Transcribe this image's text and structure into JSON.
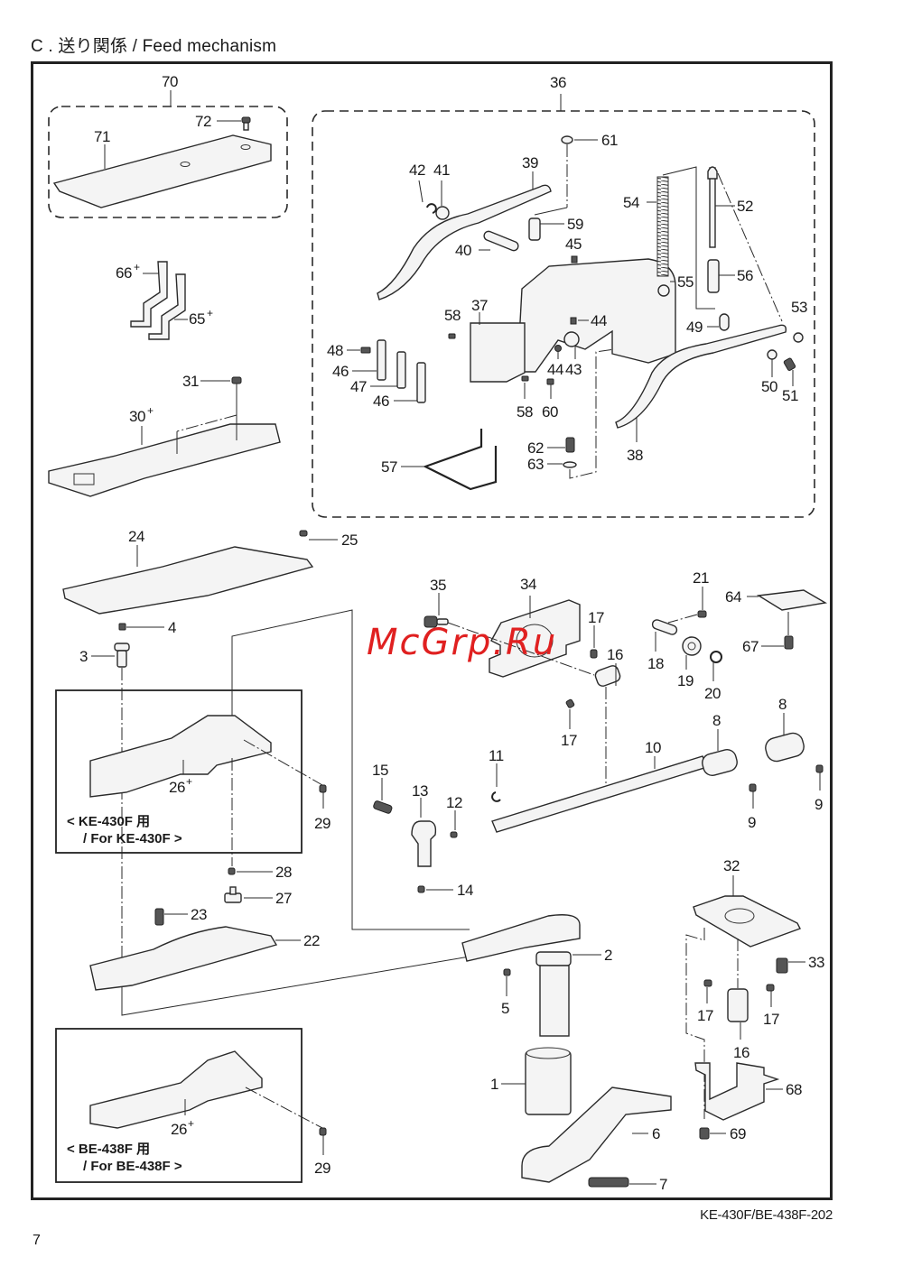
{
  "page": {
    "title": "C . 送り関係 / Feed mechanism",
    "doc_code": "KE-430F/BE-438F-202",
    "page_number": "7",
    "watermark": "McGrp.Ru"
  },
  "groups": {
    "group_70": {
      "label": "70"
    },
    "group_36": {
      "label": "36"
    },
    "box_ke430f": {
      "caption_line1": "< KE-430F 用",
      "caption_line2": "/ For KE-430F >"
    },
    "box_be438f": {
      "caption_line1": "< BE-438F 用",
      "caption_line2": "/ For BE-438F >"
    }
  },
  "callouts": [
    {
      "id": "c70",
      "text": "70"
    },
    {
      "id": "c71",
      "text": "71"
    },
    {
      "id": "c72",
      "text": "72"
    },
    {
      "id": "c66",
      "text": "66",
      "plus": "+"
    },
    {
      "id": "c65",
      "text": "65",
      "plus": "+"
    },
    {
      "id": "c31",
      "text": "31"
    },
    {
      "id": "c30",
      "text": "30",
      "plus": "+"
    },
    {
      "id": "c24",
      "text": "24"
    },
    {
      "id": "c25",
      "text": "25"
    },
    {
      "id": "c4",
      "text": "4"
    },
    {
      "id": "c3",
      "text": "3"
    },
    {
      "id": "c26a",
      "text": "26",
      "plus": "+"
    },
    {
      "id": "c29a",
      "text": "29"
    },
    {
      "id": "c28",
      "text": "28"
    },
    {
      "id": "c27",
      "text": "27"
    },
    {
      "id": "c23",
      "text": "23"
    },
    {
      "id": "c22",
      "text": "22"
    },
    {
      "id": "c26b",
      "text": "26",
      "plus": "+"
    },
    {
      "id": "c29b",
      "text": "29"
    },
    {
      "id": "c36",
      "text": "36"
    },
    {
      "id": "c61",
      "text": "61"
    },
    {
      "id": "c42",
      "text": "42"
    },
    {
      "id": "c41",
      "text": "41"
    },
    {
      "id": "c39",
      "text": "39"
    },
    {
      "id": "c59",
      "text": "59"
    },
    {
      "id": "c40",
      "text": "40"
    },
    {
      "id": "c45",
      "text": "45"
    },
    {
      "id": "c54",
      "text": "54"
    },
    {
      "id": "c52",
      "text": "52"
    },
    {
      "id": "c55",
      "text": "55"
    },
    {
      "id": "c56",
      "text": "56"
    },
    {
      "id": "c37",
      "text": "37"
    },
    {
      "id": "c58a",
      "text": "58"
    },
    {
      "id": "c44a",
      "text": "44"
    },
    {
      "id": "c44b",
      "text": "44"
    },
    {
      "id": "c43",
      "text": "43"
    },
    {
      "id": "c49",
      "text": "49"
    },
    {
      "id": "c53",
      "text": "53"
    },
    {
      "id": "c48",
      "text": "48"
    },
    {
      "id": "c46a",
      "text": "46"
    },
    {
      "id": "c47",
      "text": "47"
    },
    {
      "id": "c46b",
      "text": "46"
    },
    {
      "id": "c58b",
      "text": "58"
    },
    {
      "id": "c60",
      "text": "60"
    },
    {
      "id": "c50",
      "text": "50"
    },
    {
      "id": "c51",
      "text": "51"
    },
    {
      "id": "c62",
      "text": "62"
    },
    {
      "id": "c63",
      "text": "63"
    },
    {
      "id": "c57",
      "text": "57"
    },
    {
      "id": "c38",
      "text": "38"
    },
    {
      "id": "c35",
      "text": "35"
    },
    {
      "id": "c34",
      "text": "34"
    },
    {
      "id": "c17a",
      "text": "17"
    },
    {
      "id": "c16a",
      "text": "16"
    },
    {
      "id": "c17b",
      "text": "17"
    },
    {
      "id": "c21",
      "text": "21"
    },
    {
      "id": "c64",
      "text": "64"
    },
    {
      "id": "c18",
      "text": "18"
    },
    {
      "id": "c19",
      "text": "19"
    },
    {
      "id": "c20",
      "text": "20"
    },
    {
      "id": "c67",
      "text": "67"
    },
    {
      "id": "c8a",
      "text": "8"
    },
    {
      "id": "c8b",
      "text": "8"
    },
    {
      "id": "c10",
      "text": "10"
    },
    {
      "id": "c9a",
      "text": "9"
    },
    {
      "id": "c9b",
      "text": "9"
    },
    {
      "id": "c11",
      "text": "11"
    },
    {
      "id": "c15",
      "text": "15"
    },
    {
      "id": "c13",
      "text": "13"
    },
    {
      "id": "c12",
      "text": "12"
    },
    {
      "id": "c14",
      "text": "14"
    },
    {
      "id": "c2",
      "text": "2"
    },
    {
      "id": "c5",
      "text": "5"
    },
    {
      "id": "c1",
      "text": "1"
    },
    {
      "id": "c6",
      "text": "6"
    },
    {
      "id": "c7",
      "text": "7"
    },
    {
      "id": "c32",
      "text": "32"
    },
    {
      "id": "c33",
      "text": "33"
    },
    {
      "id": "c17c",
      "text": "17"
    },
    {
      "id": "c17d",
      "text": "17"
    },
    {
      "id": "c16b",
      "text": "16"
    },
    {
      "id": "c68",
      "text": "68"
    },
    {
      "id": "c69",
      "text": "69"
    }
  ]
}
